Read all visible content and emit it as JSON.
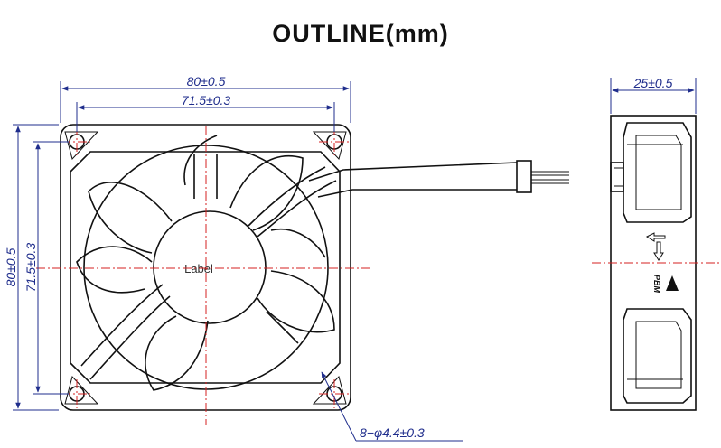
{
  "title": "OUTLINE(mm)",
  "front_view": {
    "width_outer": "80±0.5",
    "width_holes": "71.5±0.3",
    "height_outer": "80±0.5",
    "height_holes": "71.5±0.3",
    "hub_label": "Label",
    "hole_callout": "8−φ4.4±0.3"
  },
  "side_view": {
    "depth": "25±0.5",
    "brand_mark": "PBM"
  },
  "colors": {
    "dimension": "#1f2d8c",
    "centerline": "#d42020",
    "outline": "#111111"
  }
}
